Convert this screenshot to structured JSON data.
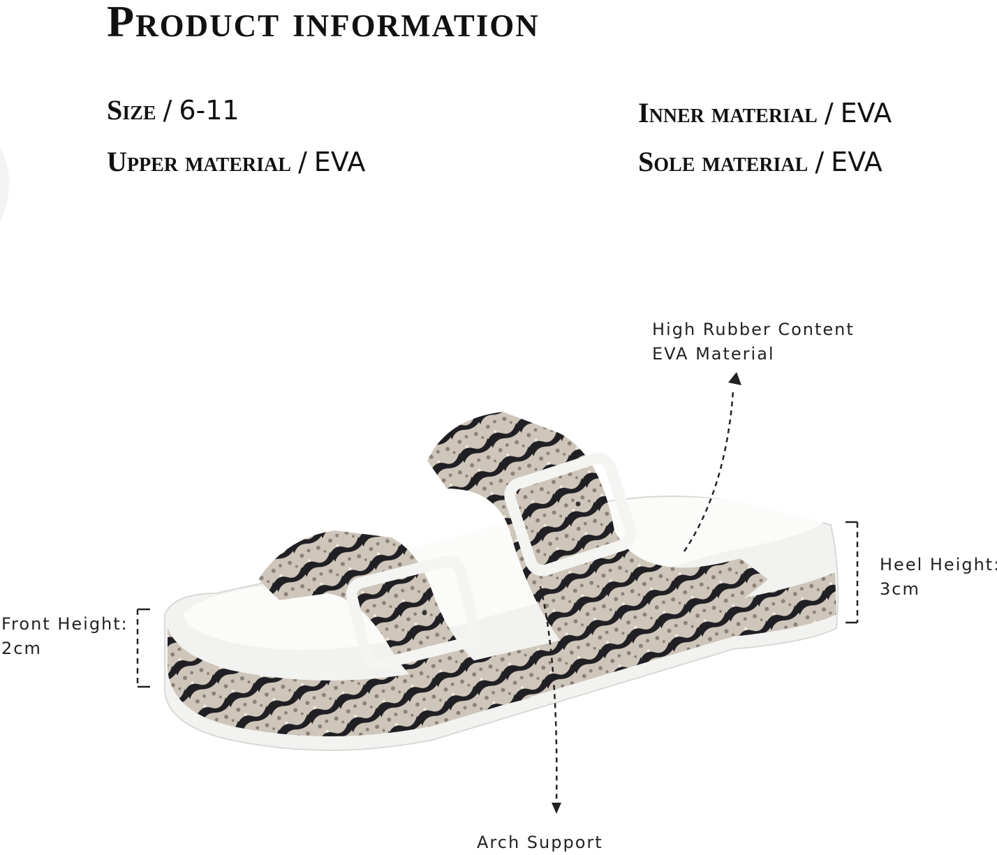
{
  "title": "Product information",
  "specs": {
    "size_label": "Size",
    "size_value": "6-11",
    "upper_label": "Upper material",
    "upper_value": "EVA",
    "inner_label": "Inner material",
    "inner_value": "EVA",
    "sole_label": "Sole material",
    "sole_value": "EVA",
    "separator": "/"
  },
  "annotations": {
    "rubber_line1": "High Rubber Content",
    "rubber_line2": "EVA Material",
    "heel_line1": "Heel Height:",
    "heel_line2": "3cm",
    "front_line1": "Front Height:",
    "front_line2": "2cm",
    "arch": "Arch Support"
  },
  "product": {
    "name": "snake-print double-buckle slide sandal",
    "colors": {
      "print_dark": "#1f1f24",
      "print_light": "#cfc6bb",
      "sole": "#f2f2f0",
      "line": "#222222"
    }
  }
}
